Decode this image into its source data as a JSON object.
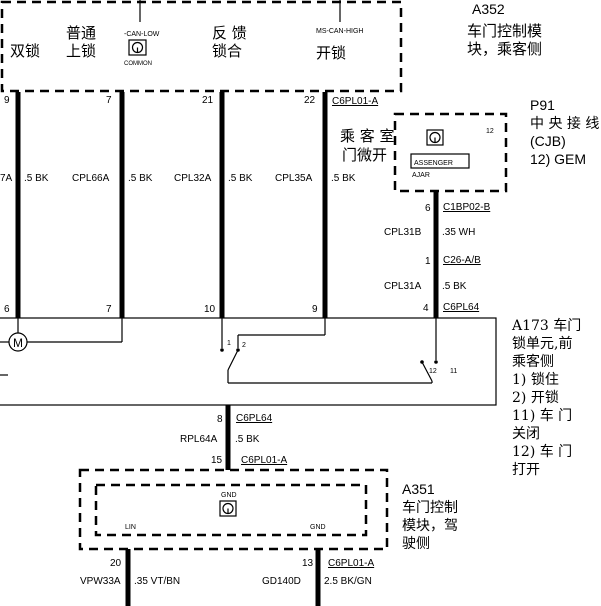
{
  "top_module": {
    "id": "A352",
    "desc": [
      "车门控制模",
      "块，乘客侧"
    ],
    "labels": {
      "double_lock": "双锁",
      "normal_lock": [
        "普通",
        "上锁"
      ],
      "can_low": "-CAN-LOW",
      "common": "COMMON",
      "feedback": [
        "反 馈",
        "锁合"
      ],
      "can_high": "MS-CAN-HIGH",
      "unlock": "开锁"
    },
    "pins": [
      "9",
      "7",
      "21",
      "22"
    ],
    "connector": "C6PL01-A"
  },
  "wires": {
    "w1": "7A",
    "w1_color": ".5 BK",
    "w2": "CPL66A",
    "w2_color": ".5 BK",
    "w3": "CPL32A",
    "w3_color": ".5 BK",
    "w4": "CPL35A",
    "w4_color": ".5 BK"
  },
  "p91": {
    "id": "P91",
    "desc": [
      "中 央 接 线",
      "(CJB)",
      "12) GEM"
    ],
    "switch_label": [
      "乘 客 室",
      "门微开"
    ],
    "text1": "ASSENGER",
    "text2": "AJAR",
    "pin": "12"
  },
  "right_chain": {
    "pin6": "6",
    "conn1": "C1BP02-B",
    "wire1": "CPL31B",
    "wire1_color": ".35 WH",
    "pin1": "1",
    "conn2": "C26-A/B",
    "wire2": "CPL31A",
    "wire2_color": ".5 BK",
    "pin4": "4",
    "conn3": "C6PL64"
  },
  "a173": {
    "pins": [
      "6",
      "7",
      "10",
      "9"
    ],
    "motor": "M",
    "sw_pins": [
      "1",
      "2",
      "12",
      "11"
    ],
    "desc": [
      "A173 车门",
      "锁单元,前",
      "乘客侧",
      "1) 锁住",
      "2) 开锁",
      "11) 车 门",
      "关闭",
      "12) 车 门",
      "打开"
    ]
  },
  "middle": {
    "pin8": "8",
    "conn1": "C6PL64",
    "wire": "RPL64A",
    "wire_color": ".5 BK",
    "pin15": "15",
    "conn2": "C6PL01-A"
  },
  "bottom_module": {
    "id": "A351",
    "desc": [
      "车门控制",
      "模块，驾",
      "驶侧"
    ],
    "gnd_top": "GND",
    "lin": "LIN",
    "gnd": "GND",
    "pin20": "20",
    "pin13": "13",
    "conn": "C6PL01-A",
    "wire1": "VPW33A",
    "wire1_color": ".35 VT/BN",
    "wire2": "GD140D",
    "wire2_color": "2.5 BK/GN"
  }
}
